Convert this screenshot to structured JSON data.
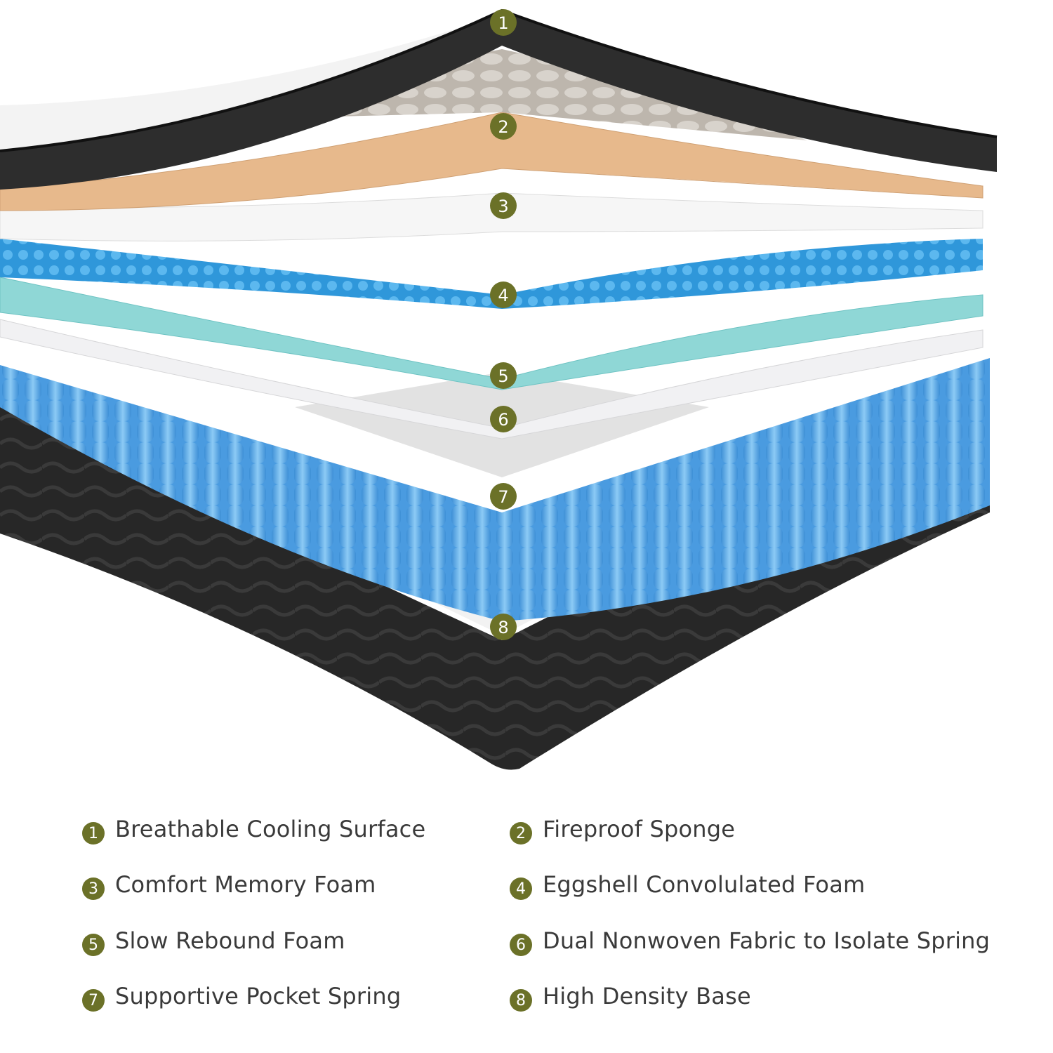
{
  "colors": {
    "badge": "#6b7128",
    "cover": "#2b2b2b",
    "fireproof_sponge": "#e8b88a",
    "comfort_foam": "#f4f4f4",
    "eggshell_foam": "#3aa3e0",
    "slow_rebound": "#8fd6d6",
    "nonwoven": "#f0f0f2",
    "springs": "#5aaeea",
    "base": "#262626"
  },
  "badges": [
    "1",
    "2",
    "3",
    "4",
    "5",
    "6",
    "7",
    "8"
  ],
  "legend": [
    {
      "num": "1",
      "label": "Breathable Cooling Surface"
    },
    {
      "num": "2",
      "label": "Fireproof Sponge"
    },
    {
      "num": "3",
      "label": "Comfort Memory Foam"
    },
    {
      "num": "4",
      "label": "Eggshell Convolulated Foam"
    },
    {
      "num": "5",
      "label": "Slow Rebound Foam"
    },
    {
      "num": "6",
      "label": "Dual Nonwoven Fabric to Isolate Spring"
    },
    {
      "num": "7",
      "label": "Supportive Pocket Spring"
    },
    {
      "num": "8",
      "label": "High Density Base"
    }
  ]
}
